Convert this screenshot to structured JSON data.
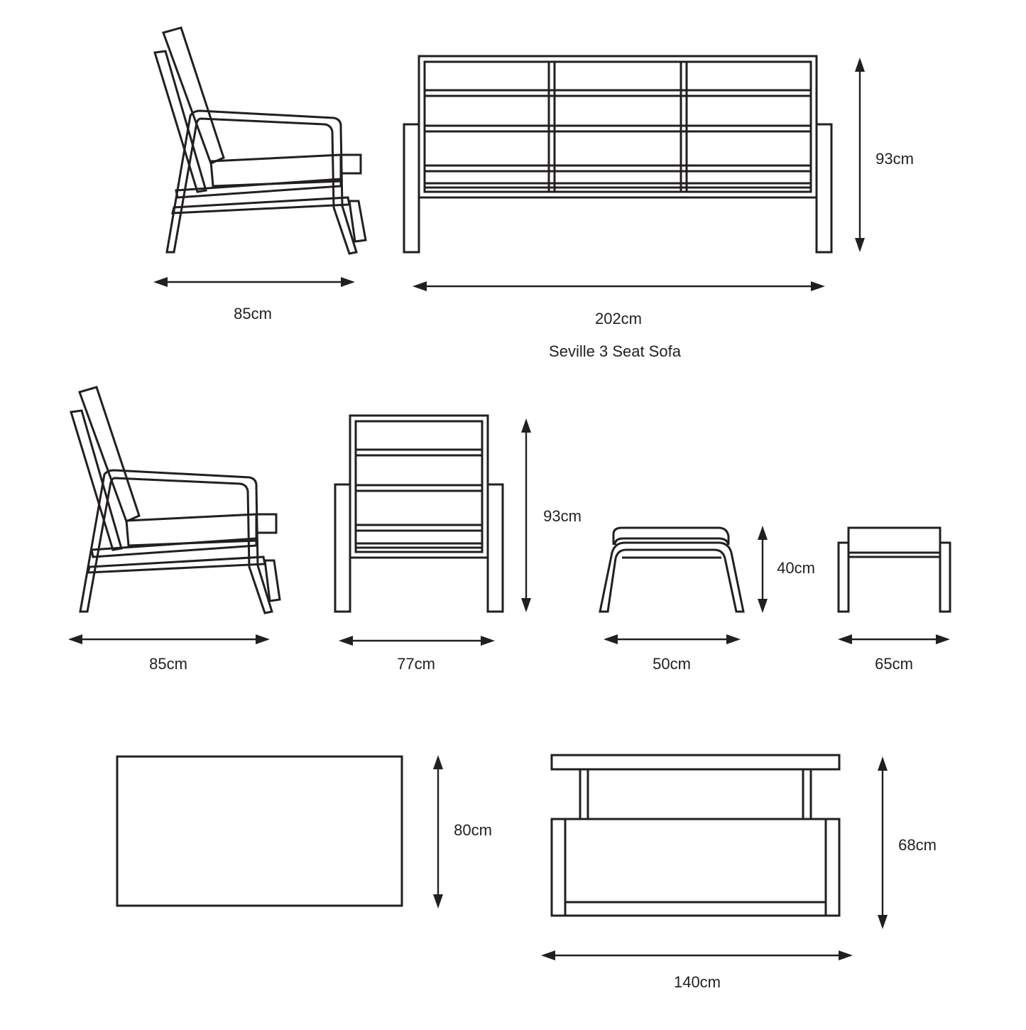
{
  "diagram": {
    "caption": "Seville 3 Seat Sofa",
    "sofa": {
      "depth_label": "85cm",
      "width_label": "202cm",
      "height_label": "93cm"
    },
    "armchair": {
      "depth_label": "85cm",
      "width_label": "77cm",
      "height_label": "93cm"
    },
    "footstool_side": {
      "depth_label": "50cm",
      "height_label": "40cm"
    },
    "footstool_front": {
      "width_label": "65cm"
    },
    "table_top": {
      "depth_label": "80cm"
    },
    "table_front": {
      "width_label": "140cm",
      "height_label": "68cm"
    },
    "colors": {
      "ink": "#231f20",
      "background": "#ffffff"
    }
  }
}
